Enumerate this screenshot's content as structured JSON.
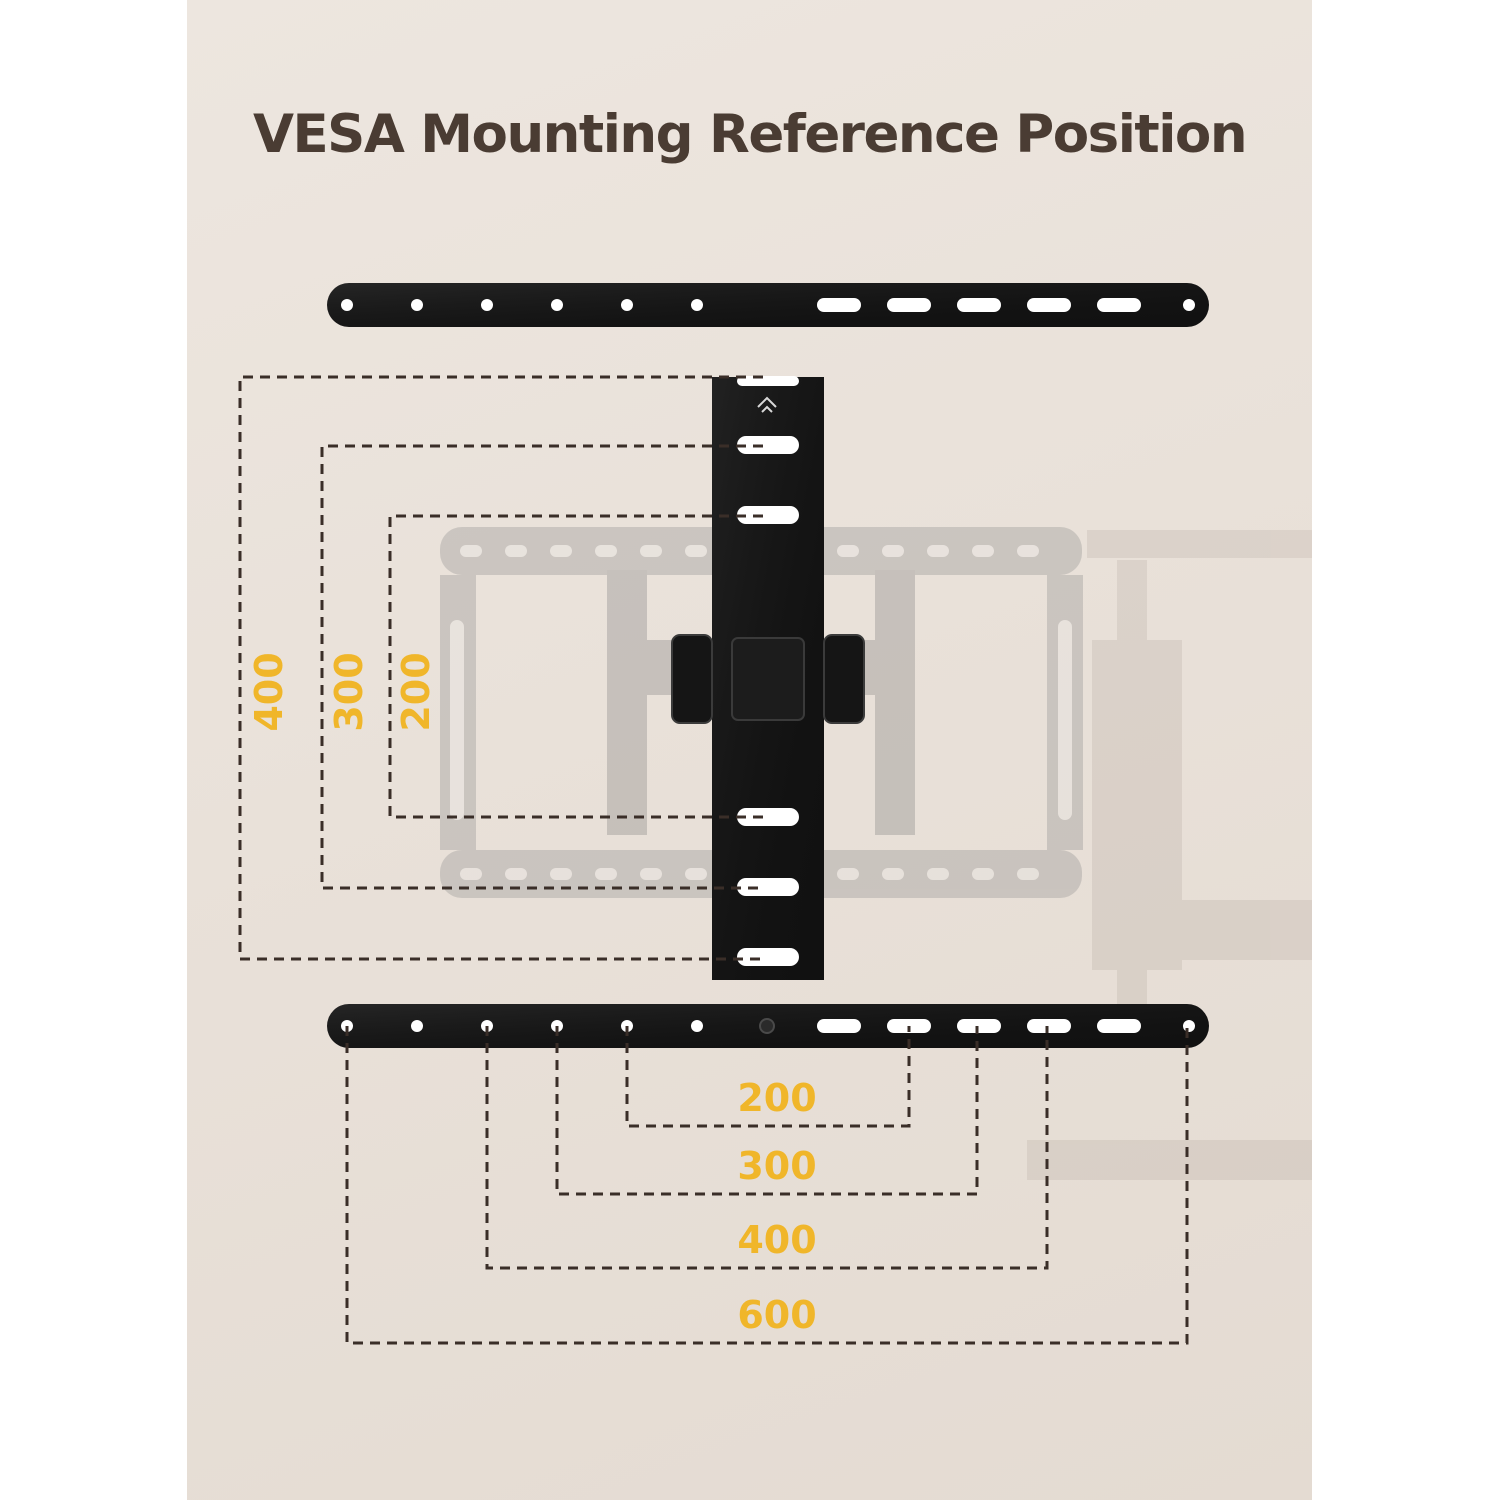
{
  "title": "VESA Mounting Reference Position",
  "colors": {
    "accent": "#f0b62a",
    "title_text": "#4a3c33",
    "bracket": "#111111",
    "dashed_lines": "#3a2e28",
    "background": "#ebe4dc"
  },
  "vertical_dimensions": [
    "400",
    "300",
    "200"
  ],
  "horizontal_dimensions": [
    "200",
    "300",
    "400",
    "600"
  ]
}
